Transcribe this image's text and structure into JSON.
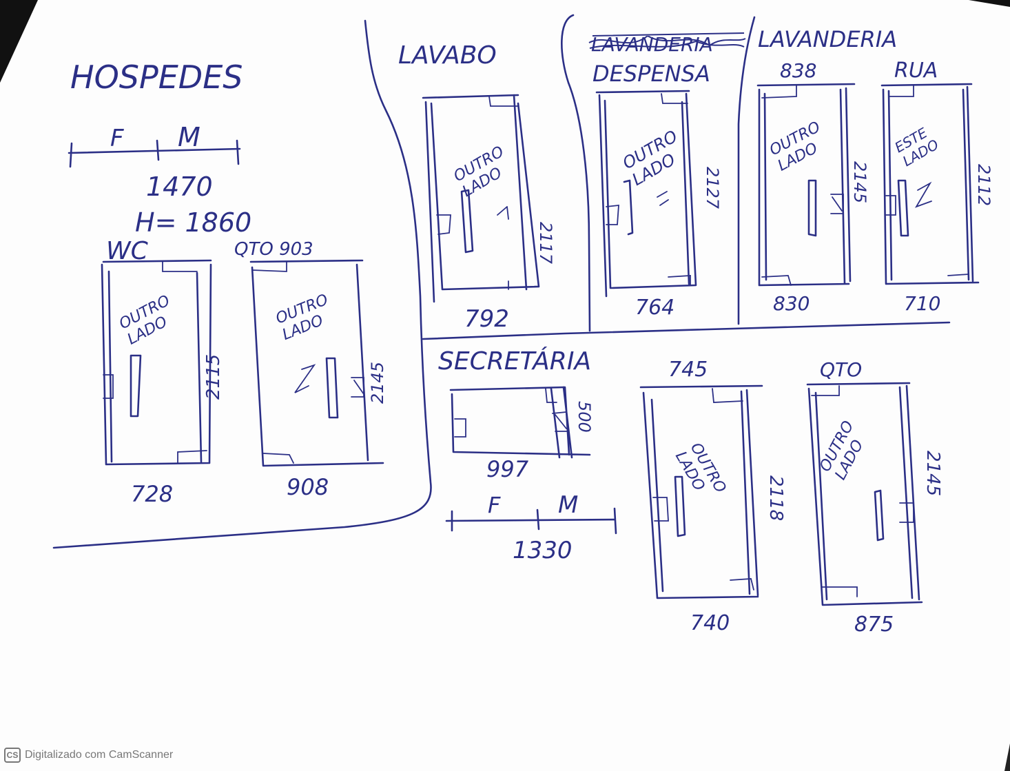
{
  "sections": {
    "hospedes": "HOSPEDES",
    "lavabo": "LAVABO",
    "lavanderia_crossed": "LAVANDERIA",
    "lavanderia": "LAVANDERIA",
    "despensa": "DESPENSA",
    "secretaria": "SECRETÁRIA"
  },
  "hospedes_span": {
    "left": "F",
    "right": "M",
    "width": "1470",
    "height": "H= 1860"
  },
  "secretaria_span": {
    "left": "F",
    "right": "M",
    "width": "1330"
  },
  "doors": [
    {
      "label": "WC",
      "note": "OUTRO LADO",
      "height": "2115",
      "width": "728"
    },
    {
      "label": "QTO 903",
      "note": "OUTRO LADO",
      "height": "2145",
      "width": "908"
    },
    {
      "label": "",
      "note": "OUTRO LADO",
      "height": "2117",
      "width": "792"
    },
    {
      "label": "",
      "note": "OUTRO LADO",
      "height": "2127",
      "width": "764"
    },
    {
      "label": "838",
      "note": "OUTRO LADO",
      "height": "2145",
      "width": "830"
    },
    {
      "label": "RUA",
      "note": "ESTE LADO",
      "height": "2112",
      "width": "710"
    },
    {
      "label": "",
      "note": "",
      "height": "500",
      "width": "997"
    },
    {
      "label": "745",
      "note": "OUTRO LADO",
      "height": "2118",
      "width": "740"
    },
    {
      "label": "QTO",
      "note": "OUTRO LADO",
      "height": "2145",
      "width": "875"
    }
  ],
  "watermark": {
    "logo": "CS",
    "text": "Digitalizado com CamScanner"
  },
  "colors": {
    "ink": "#2b2f86",
    "paper": "#fdfdfd"
  }
}
